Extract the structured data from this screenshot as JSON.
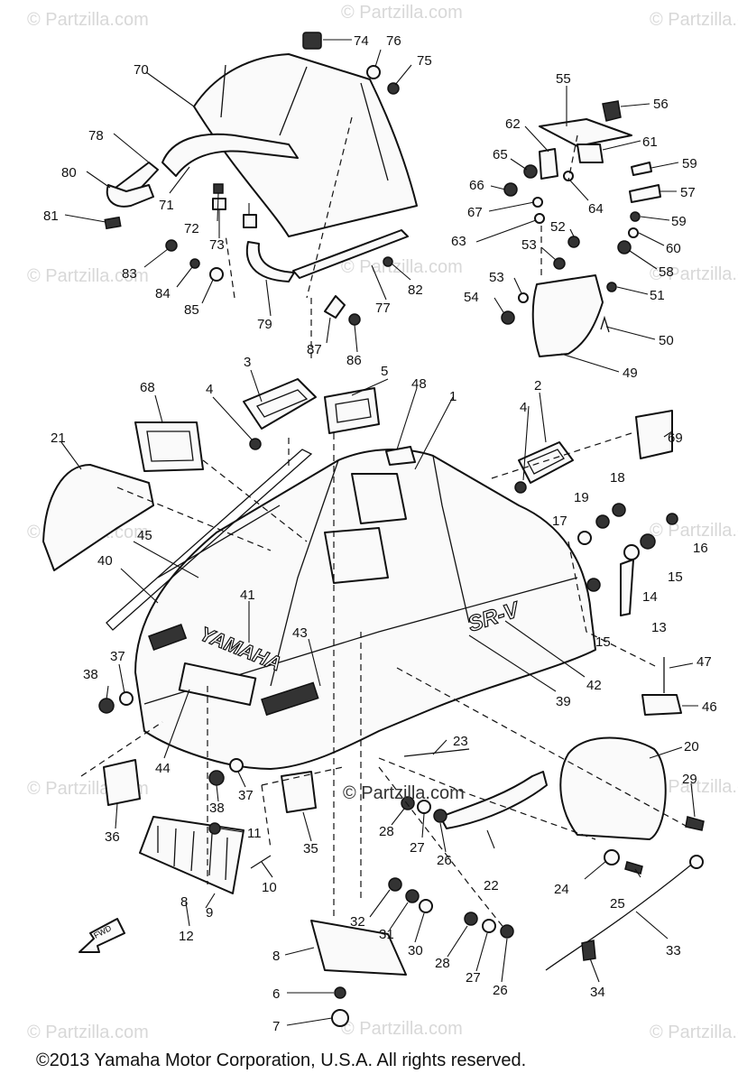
{
  "watermark_text": "© Partzilla.com",
  "center_watermark": "© Partzilla.com",
  "copyright": "©2013 Yamaha Motor Corporation, U.S.A. All rights reserved.",
  "hood_brand_text": "YAMAHA",
  "hood_model_text": "SR-V",
  "front_arrow_text": "FWD",
  "callouts": [
    {
      "id": "c1",
      "text": "1"
    },
    {
      "id": "c2",
      "text": "2"
    },
    {
      "id": "c3",
      "text": "3"
    },
    {
      "id": "c4a",
      "text": "4"
    },
    {
      "id": "c4b",
      "text": "4"
    },
    {
      "id": "c5",
      "text": "5"
    },
    {
      "id": "c6",
      "text": "6"
    },
    {
      "id": "c7",
      "text": "7"
    },
    {
      "id": "c8a",
      "text": "8"
    },
    {
      "id": "c8b",
      "text": "8"
    },
    {
      "id": "c9",
      "text": "9"
    },
    {
      "id": "c10",
      "text": "10"
    },
    {
      "id": "c11",
      "text": "11"
    },
    {
      "id": "c12",
      "text": "12"
    },
    {
      "id": "c13",
      "text": "13"
    },
    {
      "id": "c14",
      "text": "14"
    },
    {
      "id": "c15a",
      "text": "15"
    },
    {
      "id": "c15b",
      "text": "15"
    },
    {
      "id": "c16",
      "text": "16"
    },
    {
      "id": "c17",
      "text": "17"
    },
    {
      "id": "c18",
      "text": "18"
    },
    {
      "id": "c19",
      "text": "19"
    },
    {
      "id": "c20",
      "text": "20"
    },
    {
      "id": "c21",
      "text": "21"
    },
    {
      "id": "c22",
      "text": "22"
    },
    {
      "id": "c23",
      "text": "23"
    },
    {
      "id": "c24",
      "text": "24"
    },
    {
      "id": "c25",
      "text": "25"
    },
    {
      "id": "c26a",
      "text": "26"
    },
    {
      "id": "c26b",
      "text": "26"
    },
    {
      "id": "c27a",
      "text": "27"
    },
    {
      "id": "c27b",
      "text": "27"
    },
    {
      "id": "c28a",
      "text": "28"
    },
    {
      "id": "c28b",
      "text": "28"
    },
    {
      "id": "c29",
      "text": "29"
    },
    {
      "id": "c30",
      "text": "30"
    },
    {
      "id": "c31",
      "text": "31"
    },
    {
      "id": "c32",
      "text": "32"
    },
    {
      "id": "c33",
      "text": "33"
    },
    {
      "id": "c34",
      "text": "34"
    },
    {
      "id": "c35",
      "text": "35"
    },
    {
      "id": "c36",
      "text": "36"
    },
    {
      "id": "c37a",
      "text": "37"
    },
    {
      "id": "c37b",
      "text": "37"
    },
    {
      "id": "c38a",
      "text": "38"
    },
    {
      "id": "c38b",
      "text": "38"
    },
    {
      "id": "c39",
      "text": "39"
    },
    {
      "id": "c40",
      "text": "40"
    },
    {
      "id": "c41",
      "text": "41"
    },
    {
      "id": "c42",
      "text": "42"
    },
    {
      "id": "c43",
      "text": "43"
    },
    {
      "id": "c44",
      "text": "44"
    },
    {
      "id": "c45",
      "text": "45"
    },
    {
      "id": "c46",
      "text": "46"
    },
    {
      "id": "c47",
      "text": "47"
    },
    {
      "id": "c48",
      "text": "48"
    },
    {
      "id": "c49",
      "text": "49"
    },
    {
      "id": "c50",
      "text": "50"
    },
    {
      "id": "c51",
      "text": "51"
    },
    {
      "id": "c52",
      "text": "52"
    },
    {
      "id": "c53a",
      "text": "53"
    },
    {
      "id": "c53b",
      "text": "53"
    },
    {
      "id": "c54",
      "text": "54"
    },
    {
      "id": "c55",
      "text": "55"
    },
    {
      "id": "c56",
      "text": "56"
    },
    {
      "id": "c57",
      "text": "57"
    },
    {
      "id": "c58",
      "text": "58"
    },
    {
      "id": "c59a",
      "text": "59"
    },
    {
      "id": "c59b",
      "text": "59"
    },
    {
      "id": "c60",
      "text": "60"
    },
    {
      "id": "c61",
      "text": "61"
    },
    {
      "id": "c62",
      "text": "62"
    },
    {
      "id": "c63",
      "text": "63"
    },
    {
      "id": "c64",
      "text": "64"
    },
    {
      "id": "c65",
      "text": "65"
    },
    {
      "id": "c66",
      "text": "66"
    },
    {
      "id": "c67",
      "text": "67"
    },
    {
      "id": "c68",
      "text": "68"
    },
    {
      "id": "c69",
      "text": "69"
    },
    {
      "id": "c70",
      "text": "70"
    },
    {
      "id": "c71",
      "text": "71"
    },
    {
      "id": "c72",
      "text": "72"
    },
    {
      "id": "c73",
      "text": "73"
    },
    {
      "id": "c74",
      "text": "74"
    },
    {
      "id": "c75",
      "text": "75"
    },
    {
      "id": "c76",
      "text": "76"
    },
    {
      "id": "c77",
      "text": "77"
    },
    {
      "id": "c78",
      "text": "78"
    },
    {
      "id": "c79",
      "text": "79"
    },
    {
      "id": "c80",
      "text": "80"
    },
    {
      "id": "c81",
      "text": "81"
    },
    {
      "id": "c82",
      "text": "82"
    },
    {
      "id": "c83",
      "text": "83"
    },
    {
      "id": "c84",
      "text": "84"
    },
    {
      "id": "c85",
      "text": "85"
    },
    {
      "id": "c86a",
      "text": "86"
    },
    {
      "id": "c86b",
      "text": "86"
    },
    {
      "id": "c87",
      "text": "87"
    }
  ]
}
